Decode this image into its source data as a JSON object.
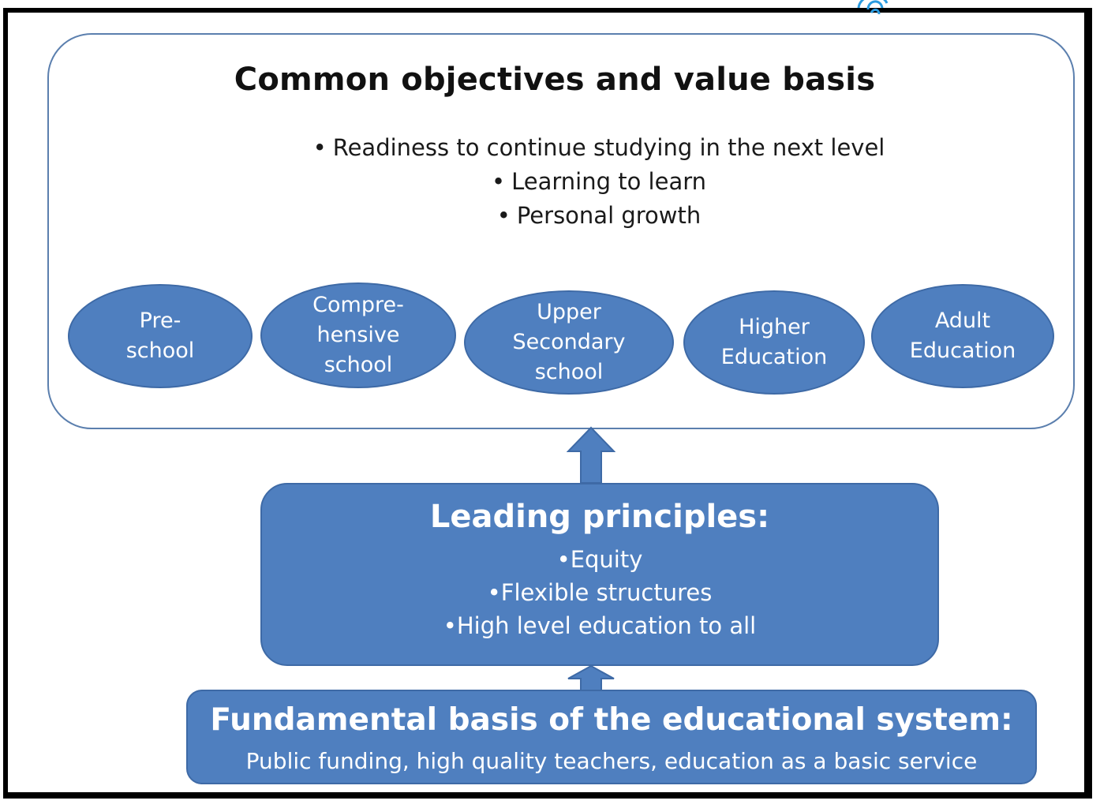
{
  "diagram": {
    "objectives_panel": {
      "title": "Common objectives  and value basis",
      "items": [
        "Readiness to continue studying in the next level",
        "Learning to learn",
        "Personal growth"
      ],
      "bullet": "•"
    },
    "levels": [
      "Pre-\nschool",
      "Compre-\nhensive\nschool",
      "Upper\nSecondary\nschool",
      "Higher\nEducation",
      "Adult\nEducation"
    ],
    "leading_principles": {
      "title": "Leading principles:",
      "items": [
        "•Equity",
        "•Flexible structures",
        "•High level education to all"
      ]
    },
    "fundamental_basis": {
      "title": "Fundamental basis of the educational system:",
      "subtitle": "Public funding, high quality teachers, education as a basic service"
    }
  },
  "colors": {
    "box_fill": "#4f7fbf",
    "box_border": "#3e6aa6",
    "panel_border": "#5b7fae",
    "frame": "#000000",
    "corner_mark": "#2a9be0"
  },
  "icons": {
    "corner_mark": "partial-logo-mark-icon",
    "arrow_up": "up-arrow-icon"
  }
}
